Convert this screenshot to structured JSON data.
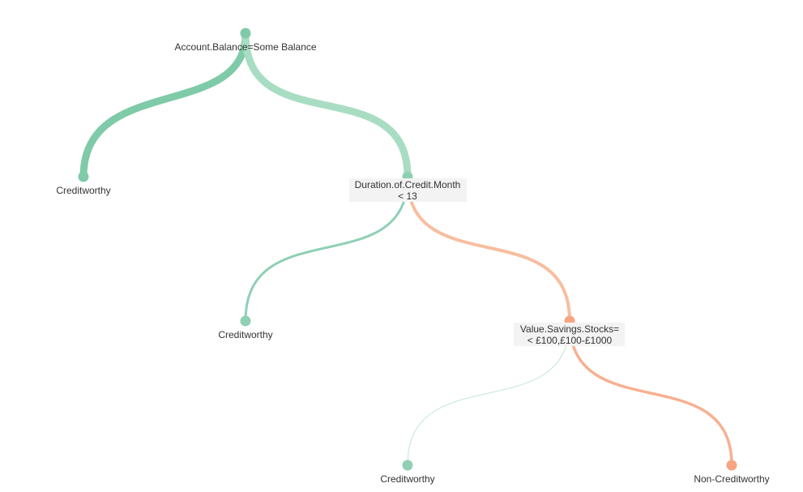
{
  "colors": {
    "creditworthy": "#7fcaa8",
    "creditworthy_light": "#a8ddc4",
    "non_creditworthy": "#f7a582",
    "label_text": "#333333"
  },
  "tree": {
    "root": {
      "label": "Account.Balance=Some Balance"
    },
    "node_creditworthy_1": {
      "label": "Creditworthy"
    },
    "node_duration": {
      "label_line1": "Duration.of.Credit.Month",
      "label_line2": "< 13"
    },
    "node_creditworthy_2": {
      "label": "Creditworthy"
    },
    "node_savings": {
      "label_line1": "Value.Savings.Stocks=",
      "label_line2": "< £100,£100-£1000"
    },
    "node_creditworthy_3": {
      "label": "Creditworthy"
    },
    "node_non_creditworthy": {
      "label": "Non-Creditworthy"
    }
  }
}
